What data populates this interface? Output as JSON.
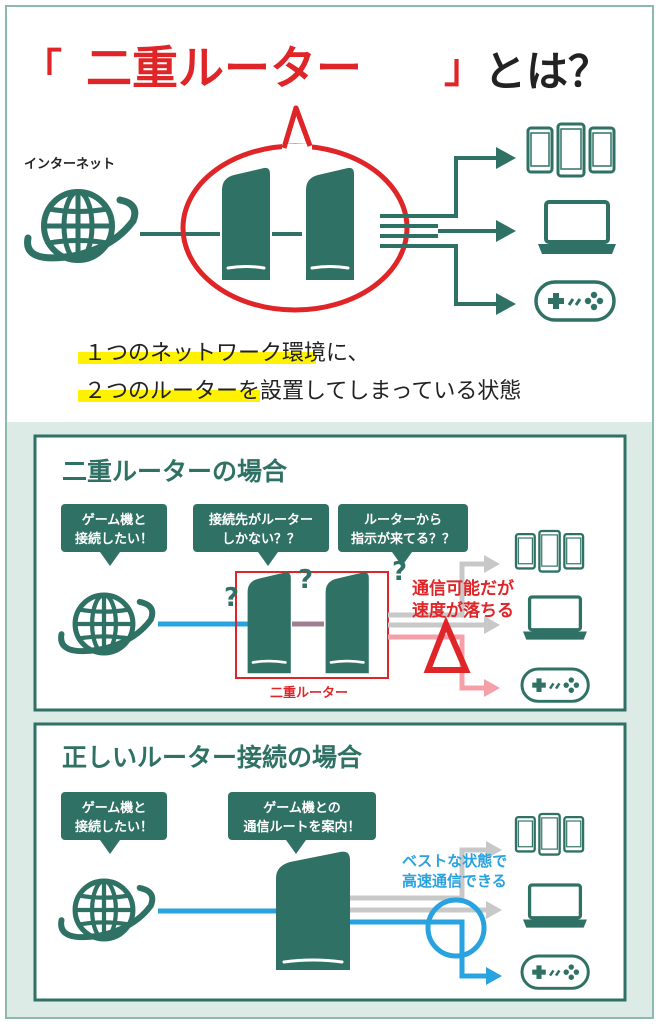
{
  "top": {
    "title_open": "「",
    "title_main": "二重ルーター",
    "title_close": "」",
    "title_suffix": "とは？",
    "internet_label": "インターネット",
    "desc_line1": "１つのネットワーク環境に、",
    "desc_line2": "２つのルーターを設置してしまっている状態"
  },
  "double_router": {
    "heading": "二重ルーターの場合",
    "bubble1": [
      "ゲーム機と",
      "接続したい！"
    ],
    "bubble2": [
      "接続先がルーター",
      "しかない？？"
    ],
    "bubble3": [
      "ルーターから",
      "指示が来てる？？"
    ],
    "question_mark": "?",
    "warning": [
      "通信可能だが",
      "速度が落ちる"
    ],
    "box_label": "二重ルーター"
  },
  "correct_router": {
    "heading": "正しいルーター接続の場合",
    "bubble1": [
      "ゲーム機と",
      "接続したい！"
    ],
    "bubble2": [
      "ゲーム機との",
      "通信ルートを案内！"
    ],
    "success": [
      "ベストな状態で",
      "高速通信できる"
    ]
  },
  "colors": {
    "teal": "#2f7265",
    "red": "#e02528",
    "yellow": "#fff200",
    "blue": "#29a3e0",
    "pink": "#f5a0a8",
    "gray": "#c8c8c8",
    "panel_bg": "#dcebe6"
  }
}
